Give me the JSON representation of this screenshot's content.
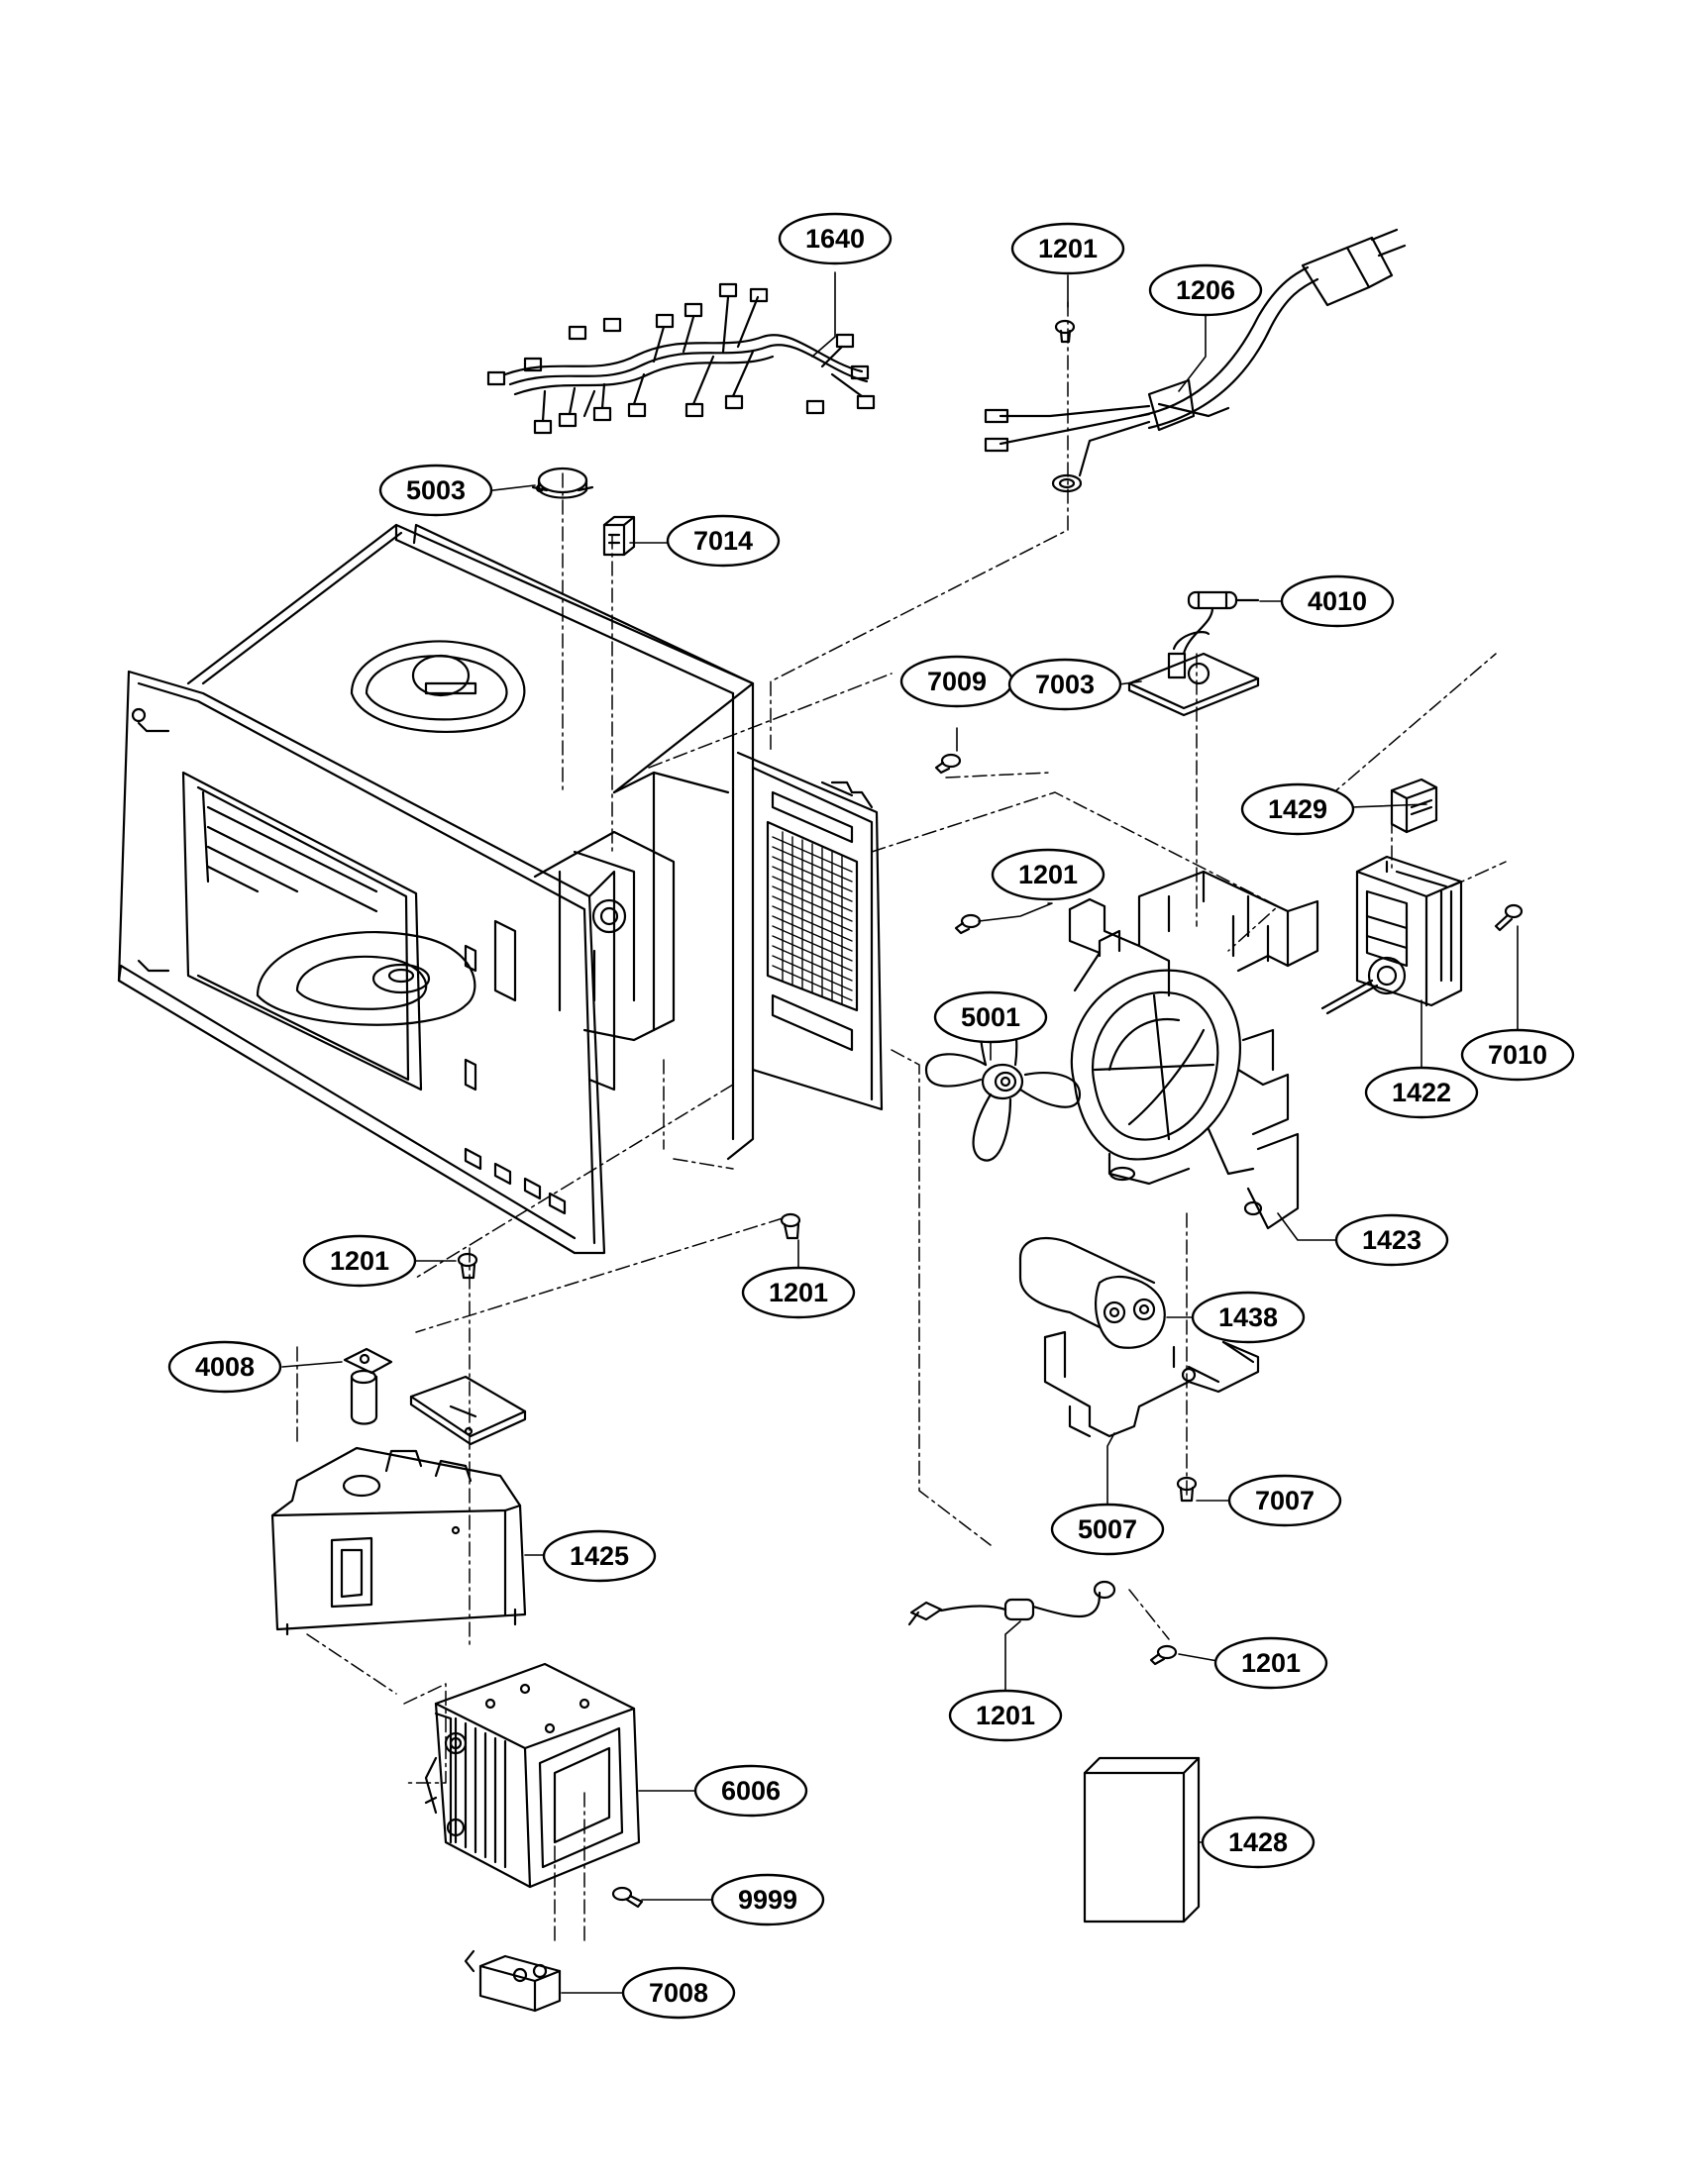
{
  "diagram": {
    "type": "exploded-parts-diagram",
    "line_color": "#000000",
    "background": "#ffffff",
    "callouts": [
      {
        "label": "1640"
      },
      {
        "label": "1201"
      },
      {
        "label": "1206"
      },
      {
        "label": "5003"
      },
      {
        "label": "7014"
      },
      {
        "label": "4010"
      },
      {
        "label": "7009"
      },
      {
        "label": "7003"
      },
      {
        "label": "1429"
      },
      {
        "label": "1201"
      },
      {
        "label": "5001"
      },
      {
        "label": "7010"
      },
      {
        "label": "1422"
      },
      {
        "label": "1423"
      },
      {
        "label": "1201"
      },
      {
        "label": "1201"
      },
      {
        "label": "1438"
      },
      {
        "label": "4008"
      },
      {
        "label": "7007"
      },
      {
        "label": "5007"
      },
      {
        "label": "1425"
      },
      {
        "label": "1201"
      },
      {
        "label": "6006"
      },
      {
        "label": "1428"
      },
      {
        "label": "9999"
      },
      {
        "label": "1201"
      },
      {
        "label": "7008"
      }
    ]
  }
}
